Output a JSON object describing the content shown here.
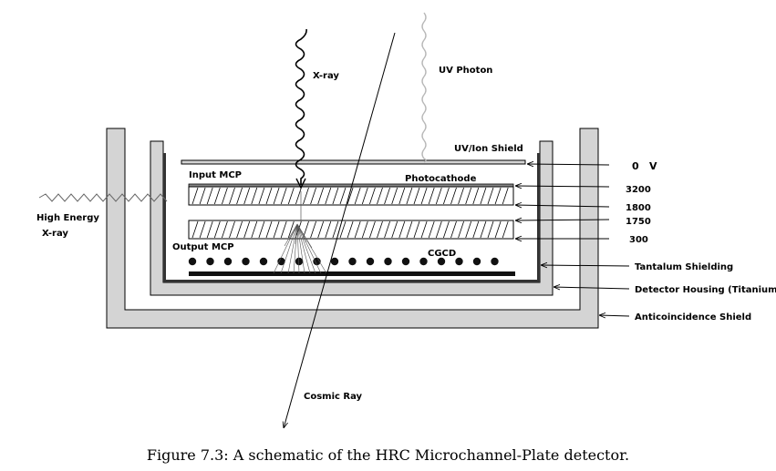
{
  "labels": {
    "xray": "X-ray",
    "uv_photon": "UV Photon",
    "uv_ion_shield": "UV/Ion Shield",
    "input_mcp": "Input MCP",
    "photocathode": "Photocathode",
    "high_energy_line1": "High Energy",
    "high_energy_line2": "X-ray",
    "output_mcp": "Output MCP",
    "cgcd": "CGCD",
    "cosmic_ray": "Cosmic Ray"
  },
  "voltages": {
    "v0_value": "0",
    "v0_unit": "V",
    "v3200": "3200",
    "v1800": "1800",
    "v1750": "1750",
    "v300": "300"
  },
  "component_labels": {
    "tantalum": "Tantalum Shielding",
    "housing": "Detector Housing (Titanium)",
    "anticoincidence": "Anticoincidence Shield"
  },
  "caption": "Figure 7.3: A schematic of the HRC Microchannel-Plate detector.",
  "colors": {
    "shield_fill": "#d4d4d4",
    "line": "#000000",
    "uv_wave": "#b8b8b8"
  }
}
